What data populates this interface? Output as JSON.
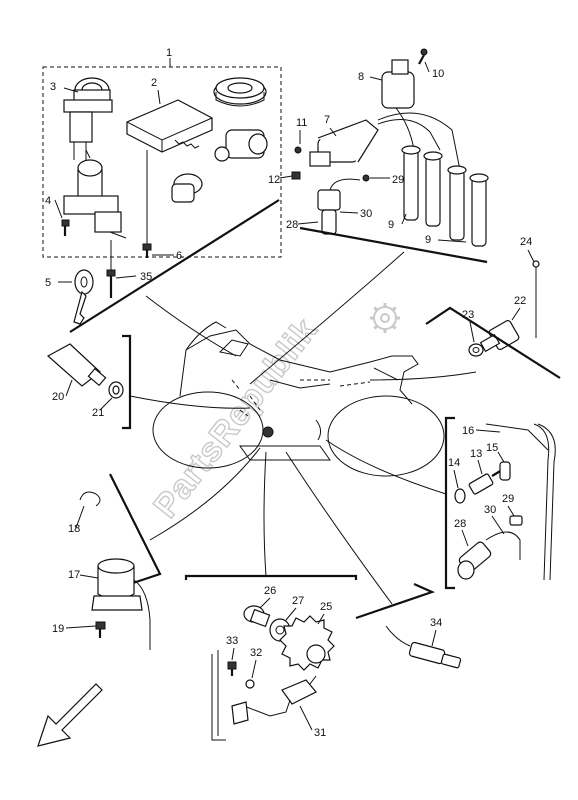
{
  "diagram": {
    "watermark": "PartsRepublik",
    "callouts": [
      "1",
      "2",
      "3",
      "4",
      "5",
      "6",
      "7",
      "8",
      "9",
      "9",
      "10",
      "11",
      "12",
      "13",
      "14",
      "15",
      "16",
      "17",
      "18",
      "19",
      "20",
      "21",
      "22",
      "23",
      "24",
      "25",
      "26",
      "27",
      "28",
      "29",
      "28",
      "29",
      "30",
      "30",
      "31",
      "32",
      "33",
      "34",
      "35"
    ],
    "icons": {
      "logo": "gear-icon",
      "direction": "arrow-down-left-icon"
    },
    "colors": {
      "ink": "#111111",
      "watermark": "#c9c9c9"
    }
  }
}
